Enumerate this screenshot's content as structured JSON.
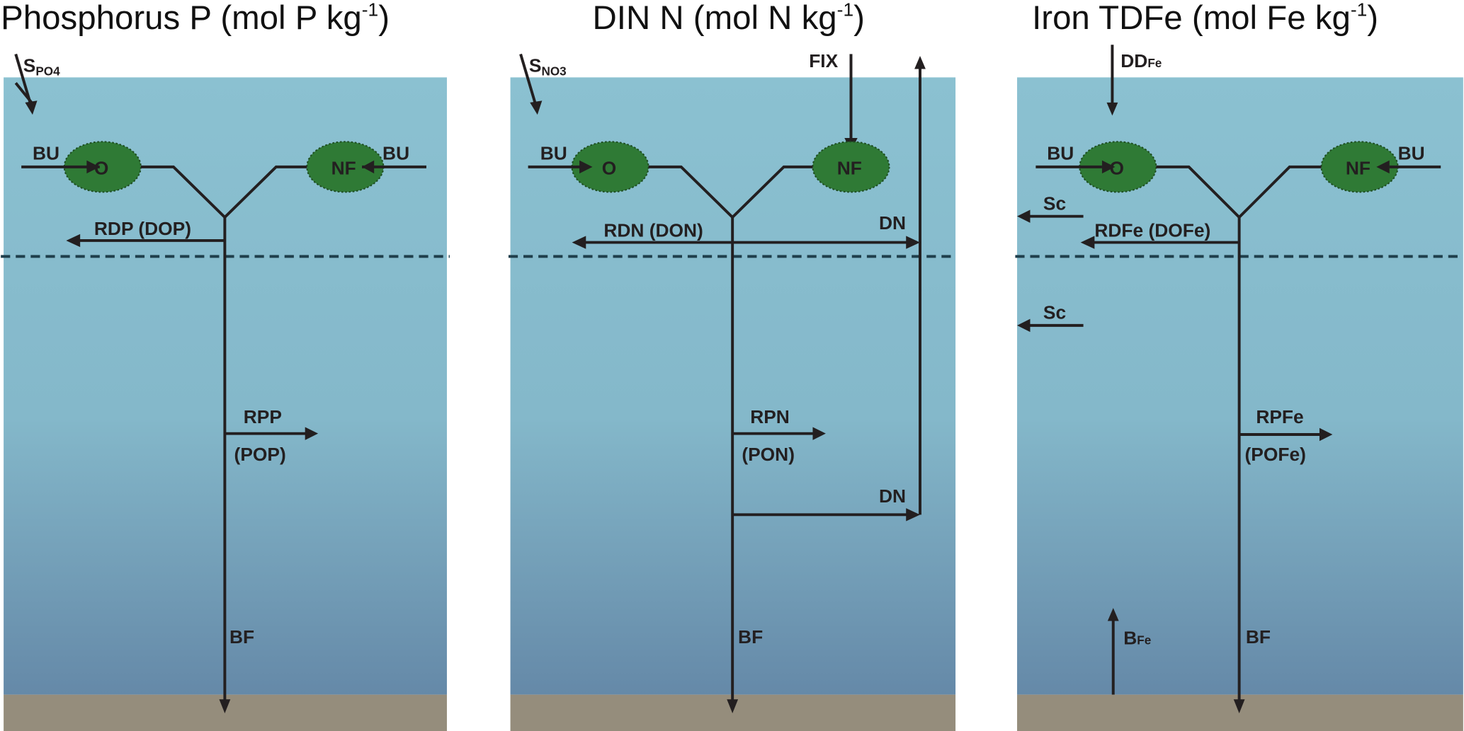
{
  "colors": {
    "water_top": "#8bc1d1",
    "water_bottom": "#6589a8",
    "sediment": "#958d7c",
    "cell": "#2f7a35",
    "line": "#231f20"
  },
  "panels": [
    {
      "title_main": "Phosphorus P (mol P kg",
      "title_sup": "-1",
      "title_end": ")",
      "source_label": "S",
      "source_sub": "PO4",
      "bu_left": "BU",
      "bu_right": "BU",
      "cell_o": "O",
      "cell_nf": "NF",
      "rd_label": "RDP (DOP)",
      "rp_label": "RPP",
      "rp_sub": "(POP)",
      "bf_label": "BF"
    },
    {
      "title_main": "DIN N (mol N kg",
      "title_sup": "-1",
      "title_end": ")",
      "source_label": "S",
      "source_sub": "NO3",
      "fix_label": "FIX",
      "bu_left": "BU",
      "cell_o": "O",
      "cell_nf": "NF",
      "rd_label": "RDN (DON)",
      "dn_upper": "DN",
      "dn_lower": "DN",
      "rp_label": "RPN",
      "rp_sub": "(PON)",
      "bf_label": "BF"
    },
    {
      "title_main": "Iron TDFe (mol Fe kg",
      "title_sup": "-1",
      "title_end": ")",
      "dd_label": "DD",
      "dd_sub": "Fe",
      "bu_left": "BU",
      "bu_right": "BU",
      "cell_o": "O",
      "cell_nf": "NF",
      "sc_upper": "Sc",
      "sc_lower": "Sc",
      "rd_label": "RDFe (DOFe)",
      "rp_label": "RPFe",
      "rp_sub": "(POFe)",
      "bfe_label": "B",
      "bfe_sub": "Fe",
      "bf_label": "BF"
    }
  ]
}
